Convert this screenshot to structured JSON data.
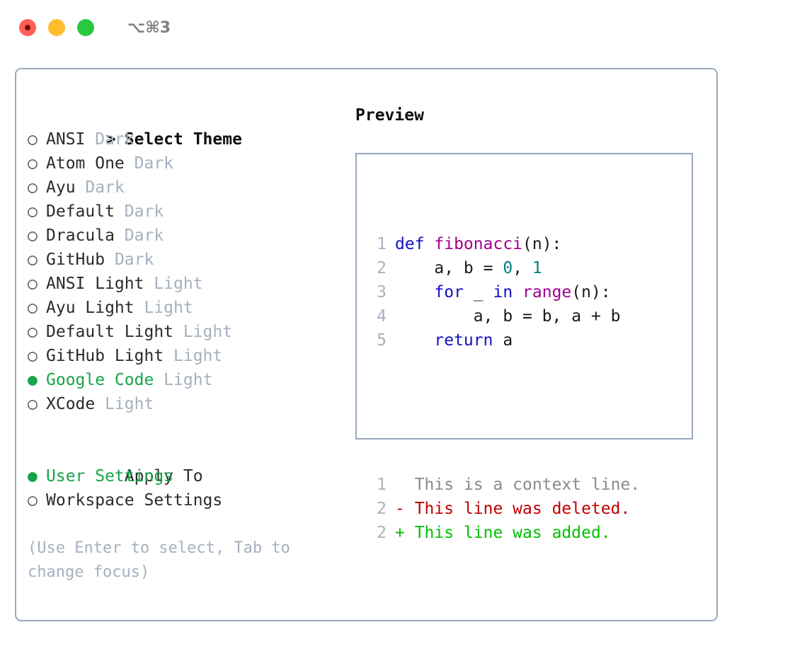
{
  "titlebar": {
    "shortcut": "⌥⌘3",
    "buttons": [
      "close",
      "minimize",
      "maximize"
    ]
  },
  "theme_list": {
    "header_prefix": ">",
    "header": "Select Theme",
    "marker_selected": "●",
    "marker_unselected": "○",
    "items": [
      {
        "marker": "○",
        "name": "ANSI",
        "variant": "Dark",
        "selected": false
      },
      {
        "marker": "○",
        "name": "Atom One",
        "variant": "Dark",
        "selected": false
      },
      {
        "marker": "○",
        "name": "Ayu",
        "variant": "Dark",
        "selected": false
      },
      {
        "marker": "○",
        "name": "Default",
        "variant": "Dark",
        "selected": false
      },
      {
        "marker": "○",
        "name": "Dracula",
        "variant": "Dark",
        "selected": false
      },
      {
        "marker": "○",
        "name": "GitHub",
        "variant": "Dark",
        "selected": false
      },
      {
        "marker": "○",
        "name": "ANSI Light",
        "variant": "Light",
        "selected": false
      },
      {
        "marker": "○",
        "name": "Ayu Light",
        "variant": "Light",
        "selected": false
      },
      {
        "marker": "○",
        "name": "Default Light",
        "variant": "Light",
        "selected": false
      },
      {
        "marker": "○",
        "name": "GitHub Light",
        "variant": "Light",
        "selected": false
      },
      {
        "marker": "●",
        "name": "Google Code",
        "variant": "Light",
        "selected": true
      },
      {
        "marker": "○",
        "name": "XCode",
        "variant": "Light",
        "selected": false
      }
    ]
  },
  "apply_to": {
    "header": "Apply To",
    "items": [
      {
        "marker": "●",
        "name": "User Settings",
        "selected": true
      },
      {
        "marker": "○",
        "name": "Workspace Settings",
        "selected": false
      }
    ]
  },
  "hint": "(Use Enter to select, Tab to change focus)",
  "preview": {
    "title": "Preview",
    "code_lines": [
      {
        "num": "1",
        "tokens": [
          {
            "t": "def ",
            "c": "kw"
          },
          {
            "t": "fibonacci",
            "c": "fn"
          },
          {
            "t": "(n):",
            "c": "txt"
          }
        ]
      },
      {
        "num": "2",
        "tokens": [
          {
            "t": "    a, b = ",
            "c": "txt"
          },
          {
            "t": "0",
            "c": "num"
          },
          {
            "t": ", ",
            "c": "txt"
          },
          {
            "t": "1",
            "c": "num"
          }
        ]
      },
      {
        "num": "3",
        "tokens": [
          {
            "t": "    ",
            "c": "txt"
          },
          {
            "t": "for",
            "c": "kw"
          },
          {
            "t": " _ ",
            "c": "txt"
          },
          {
            "t": "in",
            "c": "kw"
          },
          {
            "t": " ",
            "c": "txt"
          },
          {
            "t": "range",
            "c": "fn"
          },
          {
            "t": "(n):",
            "c": "txt"
          }
        ]
      },
      {
        "num": "4",
        "tokens": [
          {
            "t": "        a, b = b, a + b",
            "c": "txt"
          }
        ]
      },
      {
        "num": "5",
        "tokens": [
          {
            "t": "    ",
            "c": "txt"
          },
          {
            "t": "return",
            "c": "kw"
          },
          {
            "t": " a",
            "c": "txt"
          }
        ]
      }
    ],
    "diff_lines": [
      {
        "num": "1",
        "prefix": "  ",
        "text": "This is a context line.",
        "kind": "ctx"
      },
      {
        "num": "2",
        "prefix": "- ",
        "text": "This line was deleted.",
        "kind": "del"
      },
      {
        "num": "2",
        "prefix": "+ ",
        "text": "This line was added.",
        "kind": "add"
      }
    ]
  },
  "colors": {
    "accent_green": "#17a34a",
    "muted": "#a6b0bf",
    "border": "#9aa8bd",
    "keyword": "#1010c8",
    "function": "#a0008c",
    "number": "#00807f",
    "diff_deleted": "#c00000",
    "diff_added": "#00c000",
    "traffic_red": "#ff5f57",
    "traffic_yellow": "#ffbd2e",
    "traffic_green": "#28c840"
  }
}
